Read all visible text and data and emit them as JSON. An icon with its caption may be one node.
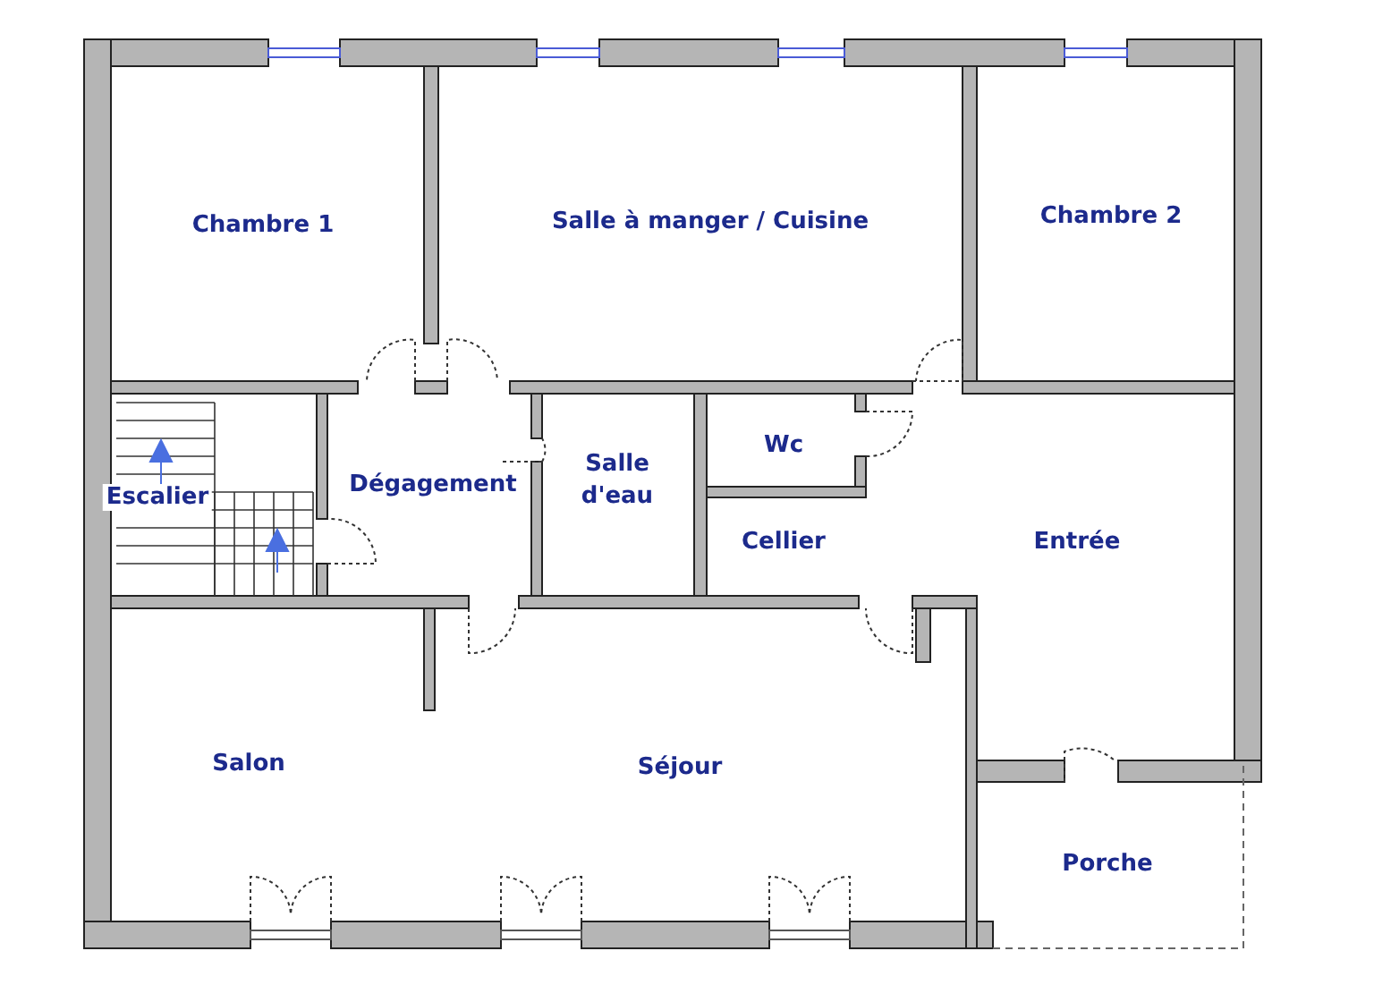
{
  "diagram": {
    "labels": [
      "Chambre 1",
      "Salle à manger / Cuisine",
      "Chambre 2",
      "Escalier",
      "Dégagement",
      "Salle d'eau",
      "Wc",
      "Cellier",
      "Entrée",
      "Salon",
      "Séjour",
      "Porche"
    ]
  }
}
